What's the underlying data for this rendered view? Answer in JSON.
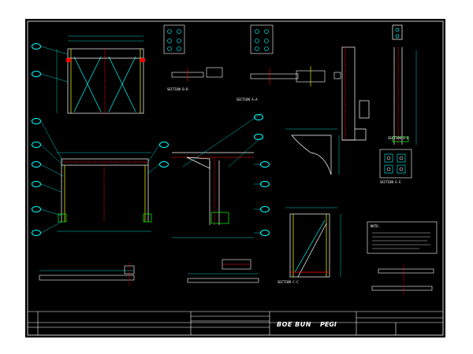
{
  "drawing": {
    "brand_name": "BOE BUN",
    "brand_suffix": "PEGI",
    "project_title": "",
    "sections": {
      "a": "SECTION A-A",
      "b": "SECTION B-B",
      "c": "SECTION C-C",
      "d": "SECTION D-D",
      "e": "SECTION E-E"
    },
    "notes_heading": "NOTE:"
  },
  "colors": {
    "background": "#000000",
    "frame": "#ffffff",
    "dimension": "#00ffff",
    "steel": "#ffff00",
    "section_cut": "#ff0000",
    "label": "#ff00ff",
    "plate": "#00ff00"
  },
  "icons": {
    "callout": "circle-callout-icon",
    "bolt": "bolt-hole-icon"
  }
}
